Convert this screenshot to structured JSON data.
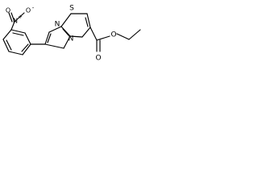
{
  "molecule": {
    "atoms": {
      "nitro_o_top": "O",
      "nitro_o_top_charge": "-",
      "nitro_n": "N",
      "nitro_n_charge": "+",
      "nitro_o_bottom": "O",
      "imidazole_n": "N",
      "bridge_n": "N",
      "thiazole_s": "S",
      "ester_o_carbonyl": "O",
      "ester_o_ether": "O"
    }
  },
  "colors": {
    "bond": "#000000",
    "text": "#000000",
    "background": "#ffffff"
  }
}
